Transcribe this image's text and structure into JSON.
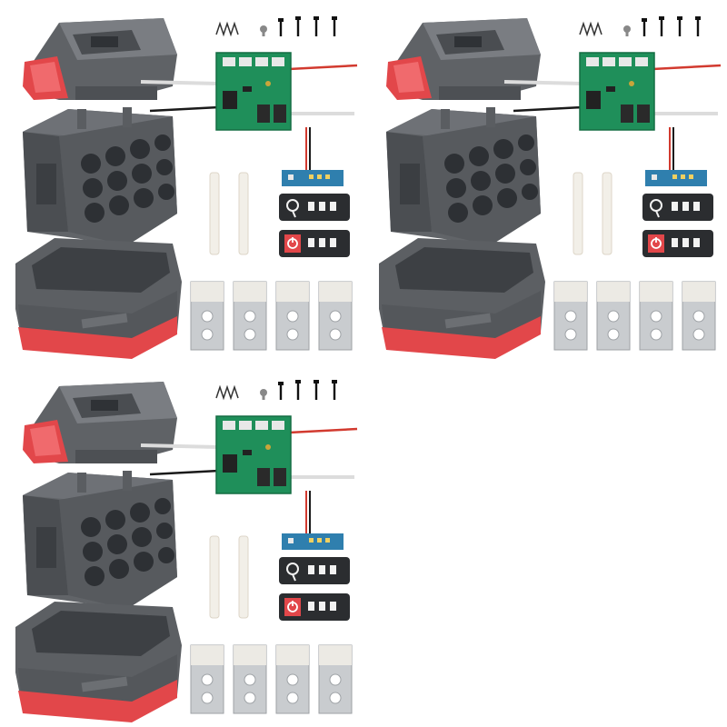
{
  "image": {
    "subject": "battery-case-kit",
    "kit_count": 3
  },
  "kits": [
    {
      "id": "kit-1"
    },
    {
      "id": "kit-2"
    },
    {
      "id": "kit-3"
    }
  ],
  "colors": {
    "housing_gray": "#5f6266",
    "housing_dark": "#3d4044",
    "accent_red": "#e2474a",
    "pcb_green": "#1f8f5a",
    "pcb_blue": "#2f7fae",
    "nickel_strip": "#c9cccf",
    "insulator_white": "#f2efe8",
    "wire_red": "#d23a2f",
    "wire_black": "#1a1a1a",
    "background": "#ffffff"
  }
}
